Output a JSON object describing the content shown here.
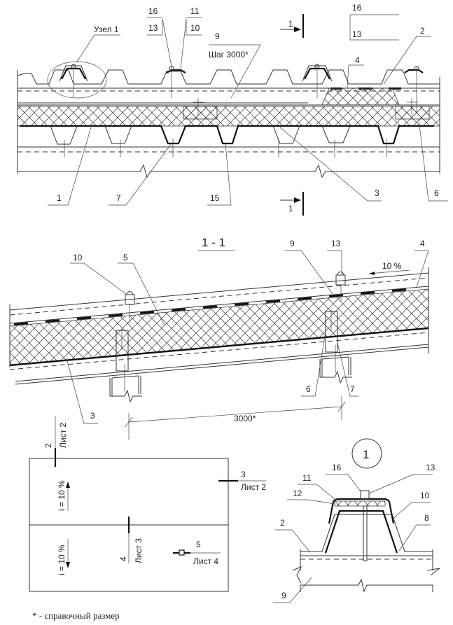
{
  "plan_view": {
    "node_label": "Узел 1",
    "callouts_top": {
      "left_pair": {
        "upper": "16",
        "lower": "13"
      },
      "mid_pair": {
        "upper": "11",
        "lower": "10"
      },
      "pitch_num": "9",
      "pitch_text": "Шаг 3000*",
      "right_pair": {
        "upper": "16",
        "lower": "13"
      },
      "c4": "4",
      "c2": "2"
    },
    "callouts_bottom": {
      "c1": "1",
      "c7": "7",
      "c15": "15",
      "c3": "3",
      "c6": "6"
    },
    "section_mark": "1"
  },
  "section_view": {
    "title": "1 - 1",
    "callouts": {
      "c10": "10",
      "c5": "5",
      "c9": "9",
      "c13": "13",
      "c4": "4",
      "c3": "3",
      "c6": "6",
      "c7": "7"
    },
    "slope": "10 %",
    "dimension": "3000*"
  },
  "roof_plan": {
    "cut2": {
      "num": "2",
      "sheet": "Лист 2"
    },
    "cut3": {
      "num": "3",
      "sheet": "Лист 2"
    },
    "cut4": {
      "num": "4",
      "sheet": "Лист 3"
    },
    "cut5": {
      "num": "5",
      "sheet": "Лист 4"
    },
    "slope_top": "i = 10 %",
    "slope_bottom": "i = 10 %"
  },
  "node_detail": {
    "title": "1",
    "callouts": {
      "c16": "16",
      "c13": "13",
      "c11": "11",
      "c12": "12",
      "c10": "10",
      "c2": "2",
      "c8": "8",
      "c9": "9"
    }
  },
  "footnote": "* - справочный размер"
}
